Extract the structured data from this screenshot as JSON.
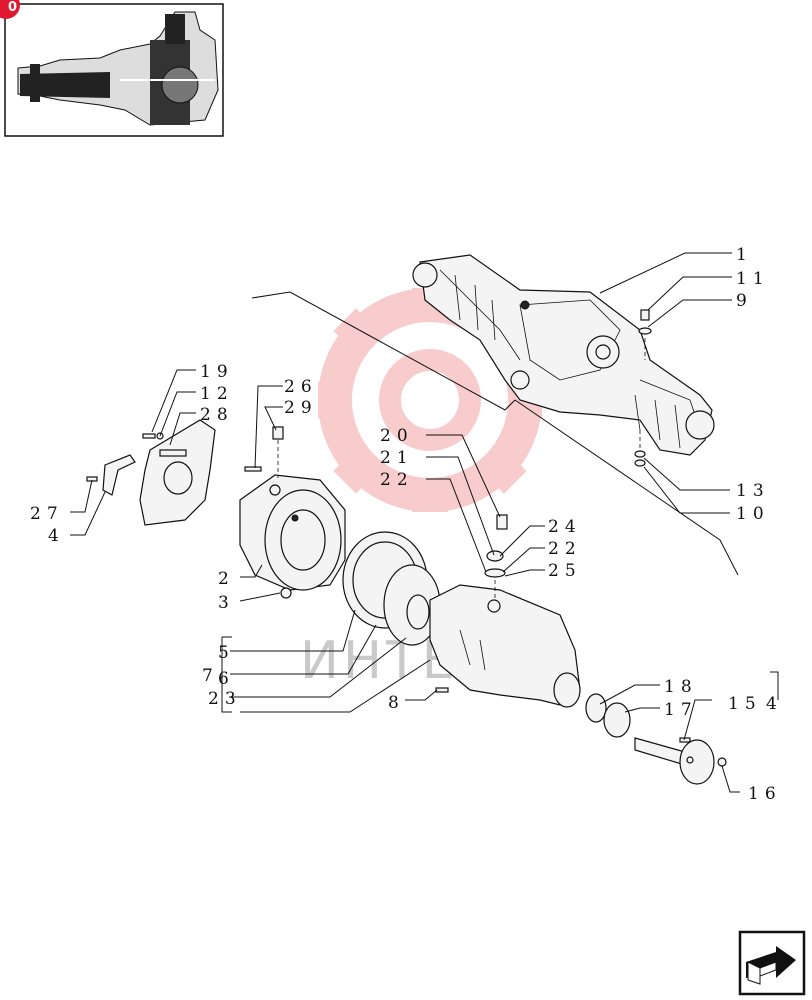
{
  "page_badge": "0",
  "watermark": {
    "text": "ИНТЕХ",
    "logo_color": "#e8474b"
  },
  "nav_button": {
    "icon": "next-page-arrow-icon"
  },
  "callouts": {
    "c1": "1",
    "c11": "11",
    "c9": "9",
    "c13": "13",
    "c10": "10",
    "c19": "19",
    "c12": "12",
    "c28": "28",
    "c27": "27",
    "c4": "4",
    "c26": "26",
    "c29": "29",
    "c20": "20",
    "c21": "21",
    "c22a": "22",
    "c24": "24",
    "c22b": "22",
    "c25": "25",
    "c2": "2",
    "c3": "3",
    "c5": "5",
    "c7": "7",
    "c6": "6",
    "c23": "23",
    "c8": "8",
    "c18": "18",
    "c17": "17",
    "c15": "15",
    "c14": "4",
    "c16": "16"
  }
}
